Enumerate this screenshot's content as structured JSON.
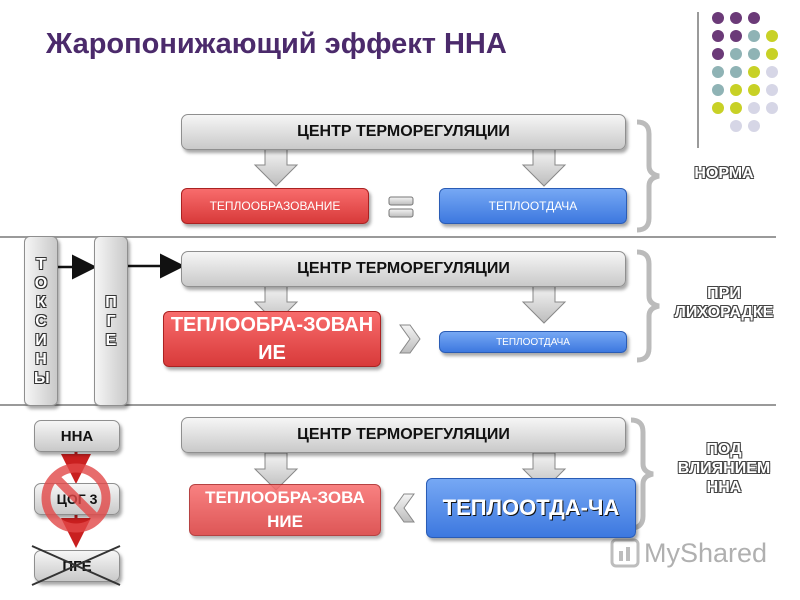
{
  "title": "Жаропонижающий эффект ННА",
  "sections": {
    "norm": {
      "center": "ЦЕНТР ТЕРМОРЕГУЛЯЦИИ",
      "heat_production": "ТЕПЛООБРАЗОВАНИЕ",
      "heat_loss": "ТЕПЛООТДАЧА",
      "label": "НОРМА"
    },
    "fever": {
      "toxins": "ТОКСИНЫ",
      "pge": "ПГЕ",
      "center": "ЦЕНТР ТЕРМОРЕГУЛЯЦИИ",
      "heat_production": "ТЕПЛООБРА-ЗОВАНИЕ",
      "heat_loss": "ТЕПЛООТДАЧА",
      "label": "ПРИ ЛИХОРАДКЕ"
    },
    "nsaid": {
      "nsaid": "ННА",
      "cox": "ЦОГ 3",
      "pge": "ПГЕ",
      "center": "ЦЕНТР ТЕРМОРЕГУЛЯЦИИ",
      "heat_production": "ТЕПЛООБРА-ЗОВАНИЕ",
      "heat_loss": "ТЕПЛООТДА-ЧА",
      "label": "ПОД ВЛИЯНИЕМ ННА"
    }
  },
  "watermark": "MyShared",
  "colors": {
    "title": "#4b2a6b",
    "red": "#e24848",
    "blue": "#4a86e8",
    "dot_purple": "#6b3a78",
    "dot_teal": "#8fb3b5",
    "dot_lime": "#c8d126",
    "dot_light": "#d6d6e6"
  },
  "icons": [
    "equals-icon",
    "red-cross-icon",
    "chevron-right-icon",
    "chevron-left-icon",
    "prohibition-icon",
    "down-arrow-icon"
  ]
}
